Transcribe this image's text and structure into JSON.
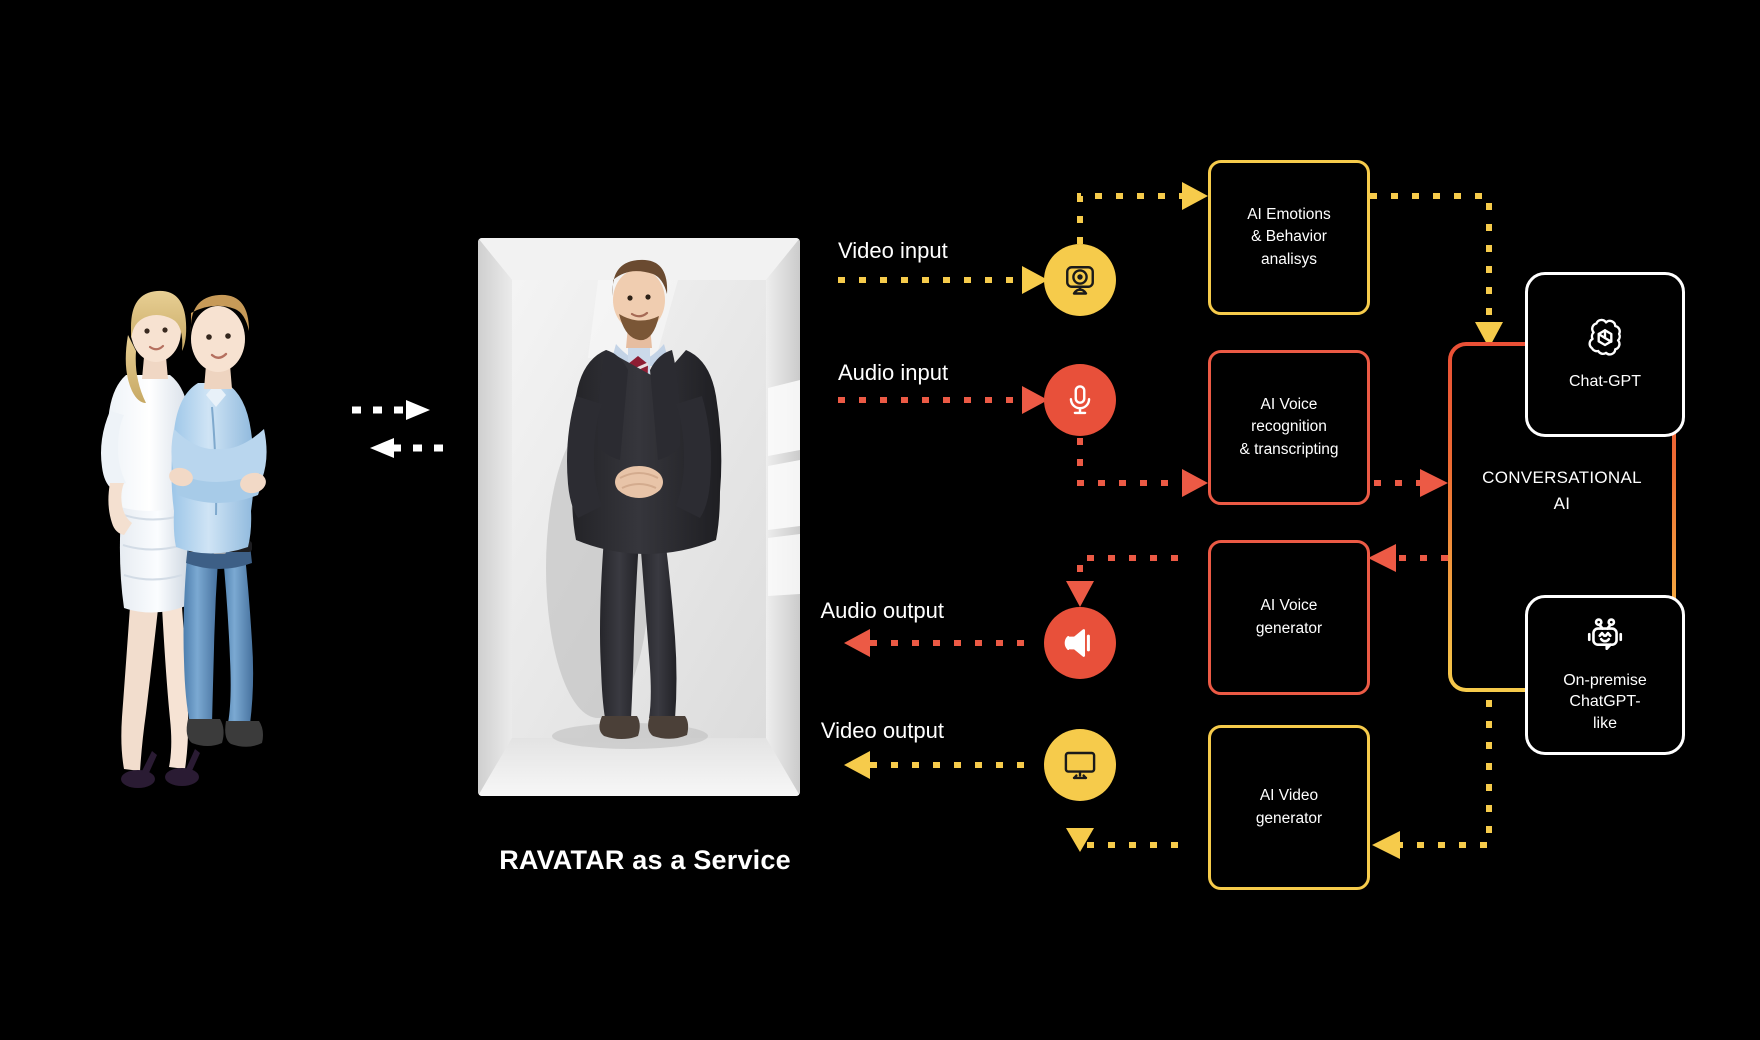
{
  "page": {
    "background": "#000000",
    "title": "RAVATAR as a Service"
  },
  "colors": {
    "yellow": "#F6CB4B",
    "red": "#EC5A45",
    "red_deep": "#EA4F36",
    "white": "#FFFFFF",
    "background": "#000000"
  },
  "caption": {
    "text": "RAVATAR as a Service"
  },
  "people": {
    "alt": "two-people-photo"
  },
  "avatar": {
    "alt": "ravatar-booth-photo"
  },
  "exchange": {
    "forward_arrow": "dashed-arrow-right",
    "return_arrow": "dashed-arrow-left"
  },
  "io_channels": [
    {
      "id": "video-input",
      "label": "Video input",
      "icon": "webcam-icon",
      "badge_color": "#F6CB4B",
      "direction": "in"
    },
    {
      "id": "audio-input",
      "label": "Audio input",
      "icon": "microphone-icon",
      "badge_color": "#EC5A45",
      "direction": "in"
    },
    {
      "id": "audio-output",
      "label": "Audio output",
      "icon": "speaker-icon",
      "badge_color": "#EC5A45",
      "direction": "out"
    },
    {
      "id": "video-output",
      "label": "Video output",
      "icon": "monitor-icon",
      "badge_color": "#F6CB4B",
      "direction": "out"
    }
  ],
  "process_boxes": [
    {
      "id": "ai-emotions",
      "lines": [
        "AI Emotions",
        "& Behavior",
        "analisys"
      ],
      "text": "AI Emotions\n& Behavior\nanalisys",
      "border_color": "#F6CB4B"
    },
    {
      "id": "ai-voice-recognition",
      "lines": [
        "AI Voice",
        "recognition",
        "& transcripting"
      ],
      "text": "AI Voice\nrecognition\n& transcripting",
      "border_color": "#EC5A45"
    },
    {
      "id": "ai-voice-generator",
      "lines": [
        "AI Voice",
        "generator"
      ],
      "text": "AI Voice\ngenerator",
      "border_color": "#EC5A45"
    },
    {
      "id": "ai-video-generator",
      "lines": [
        "AI Video",
        "generator"
      ],
      "text": "AI Video\ngenerator",
      "border_color": "#F6CB4B"
    }
  ],
  "conversational_ai": {
    "label": "CONVERSATIONAL\nAI",
    "label_line1": "CONVERSATIONAL",
    "label_line2": "AI",
    "border_gradient_from": "#EA4F36",
    "border_gradient_to": "#F6CB4B",
    "models": [
      {
        "id": "chat-gpt",
        "label": "Chat-GPT",
        "icon": "openai-logo-icon"
      },
      {
        "id": "on-premise-chatgpt-like",
        "label": "On-premise\nChatGPT-\nlike",
        "label_line1": "On-premise",
        "label_line2": "ChatGPT-",
        "label_line3": "like",
        "icon": "robot-icon"
      }
    ]
  },
  "flows": [
    {
      "id": "video-in-to-emotions",
      "color": "#F6CB4B",
      "style": "dotted"
    },
    {
      "id": "emotions-to-conversational-ai",
      "color": "#F6CB4B",
      "style": "dotted"
    },
    {
      "id": "audio-in-to-voice-recognition",
      "color": "#EC5A45",
      "style": "dotted"
    },
    {
      "id": "voice-recognition-to-conversational-ai",
      "color": "#EC5A45",
      "style": "dotted"
    },
    {
      "id": "conversational-ai-to-voice-generator",
      "color": "#EC5A45",
      "style": "dotted"
    },
    {
      "id": "voice-generator-to-audio-out",
      "color": "#EC5A45",
      "style": "dotted"
    },
    {
      "id": "conversational-ai-to-video-generator",
      "color": "#F6CB4B",
      "style": "dotted"
    },
    {
      "id": "video-generator-to-video-out",
      "color": "#F6CB4B",
      "style": "dotted"
    }
  ]
}
